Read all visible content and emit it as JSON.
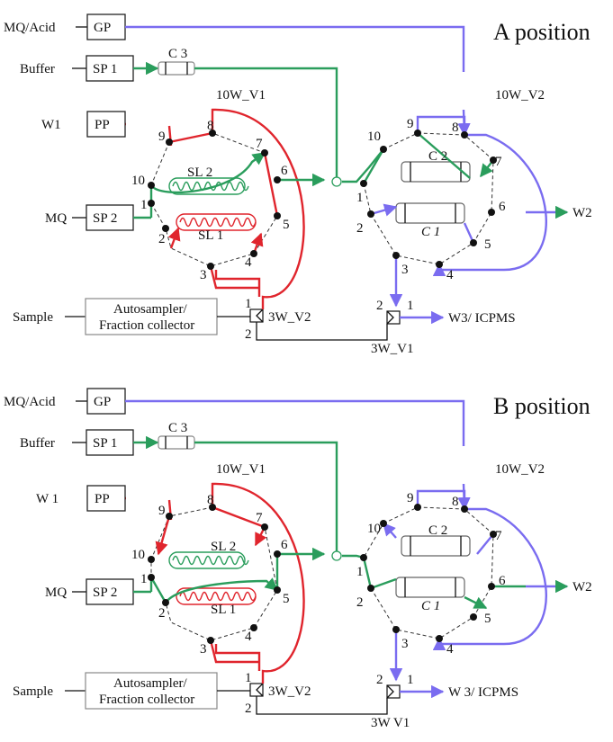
{
  "colors": {
    "red": "#e0252d",
    "green": "#2a9d5c",
    "blue": "#7a6cf0",
    "black": "#111111"
  },
  "positions": [
    {
      "title": "A position",
      "inputs": {
        "mq_acid": "MQ/Acid",
        "buffer": "Buffer",
        "w_pp": "W1",
        "mq": "MQ",
        "sample": "Sample"
      },
      "pumps": {
        "gp": "GP",
        "sp1": "SP 1",
        "pp": "PP",
        "sp2": "SP 2"
      },
      "column_c3": "C 3",
      "valve_v1": "10W_V1",
      "valve_v2": "10W_V2",
      "loops": {
        "upper": "SL 2",
        "lower": "SL 1"
      },
      "columns": {
        "upper": "C 2",
        "lower": "C 1"
      },
      "autosampler_line1": "Autosampler/",
      "autosampler_line2": "Fraction collector",
      "threeway_v2": "3W_V2",
      "threeway_v1": "3W_V1",
      "w2": "W2",
      "w3": "W3/ ICPMS",
      "ports": [
        "1",
        "2",
        "3",
        "4",
        "5",
        "6",
        "7",
        "8",
        "9",
        "10"
      ],
      "tw_ports": [
        "1",
        "2"
      ]
    },
    {
      "title": "B position",
      "inputs": {
        "mq_acid": "MQ/Acid",
        "buffer": "Buffer",
        "w_pp": "W 1",
        "mq": "MQ",
        "sample": "Sample"
      },
      "pumps": {
        "gp": "GP",
        "sp1": "SP 1",
        "pp": "PP",
        "sp2": "SP 2"
      },
      "column_c3": "C 3",
      "valve_v1": "10W_V1",
      "valve_v2": "10W_V2",
      "loops": {
        "upper": "SL 2",
        "lower": "SL 1"
      },
      "columns": {
        "upper": "C 2",
        "lower": "C 1"
      },
      "autosampler_line1": "Autosampler/",
      "autosampler_line2": "Fraction collector",
      "threeway_v2": "3W_V2",
      "threeway_v1": "3W V1",
      "w2": "W2",
      "w3": "W 3/ ICPMS",
      "ports": [
        "1",
        "2",
        "3",
        "4",
        "5",
        "6",
        "7",
        "8",
        "9",
        "10"
      ],
      "tw_ports": [
        "1",
        "2"
      ]
    }
  ]
}
